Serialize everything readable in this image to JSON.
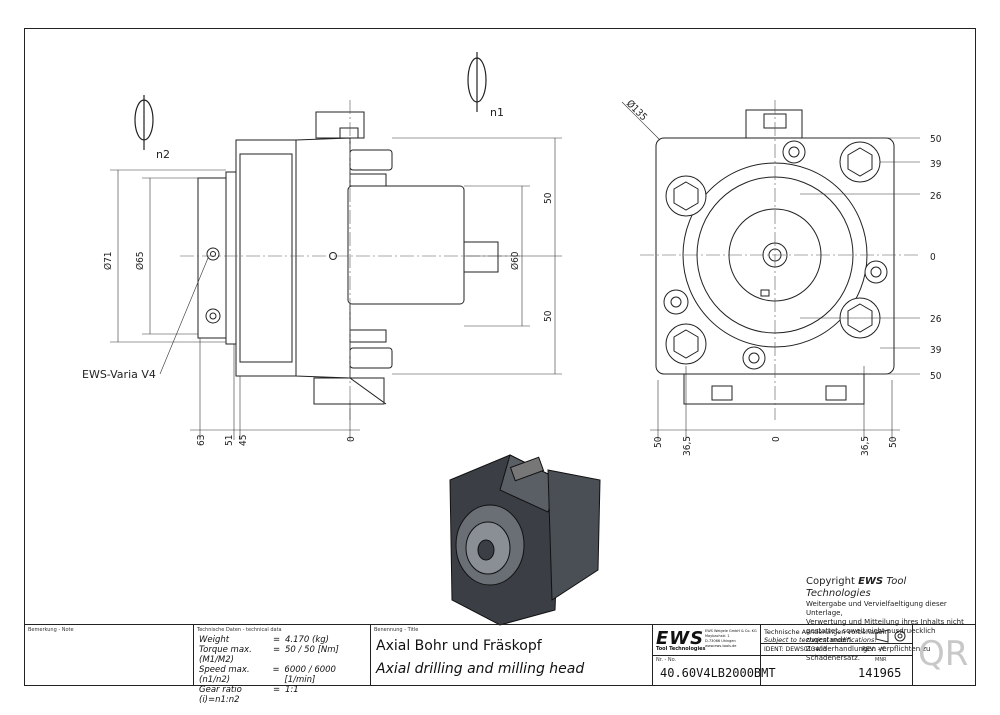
{
  "views": {
    "rotation_n1": "n1",
    "rotation_n2": "n2",
    "front_diameters": [
      "Ø71",
      "Ø65"
    ],
    "front_label": "EWS-Varia V4",
    "front_dims_vertical": [
      "50",
      "50"
    ],
    "front_diameter_shaft": "Ø60",
    "front_dims_bottom": [
      "63",
      "51",
      "45",
      "0"
    ],
    "side_diameter": "Ø135",
    "side_dims_right": [
      "50",
      "39",
      "26",
      "0",
      "26",
      "39",
      "50"
    ],
    "side_dims_bottom": [
      "50",
      "36,5",
      "0",
      "36,5",
      "50"
    ]
  },
  "copyright": {
    "heading_prefix": "Copyright",
    "heading_brand": "EWS",
    "heading_suffix": "Tool Technologies",
    "lines": [
      "Weitergabe und Vervielfaeltigung dieser Unterlage,",
      "Verwertung und Mitteilung ihres Inhalts nicht",
      "gestattet, soweit nicht ausdruecklich zugestanden.",
      "Zuwiderhandlungen verpflichten zu Schadenersatz."
    ]
  },
  "titleblock": {
    "note_label": "Bemerkung - Note",
    "tech_label": "Technische Daten - technical data",
    "tech_rows": [
      {
        "name": "Weight",
        "eq": "=",
        "value": "4.170 (kg)"
      },
      {
        "name": "Torque max.(M1/M2)",
        "eq": "=",
        "value": "50 / 50 [Nm]"
      },
      {
        "name": "Speed max. (n1/n2)",
        "eq": "=",
        "value": "6000 / 6000 [1/min]"
      },
      {
        "name": "Gear ratio  (i)=n1:n2",
        "eq": "=",
        "value": "1:1"
      }
    ],
    "title_label": "Benennung - Title",
    "title_de": "Axial Bohr und Fräskopf",
    "title_en": "Axial drilling and milling head",
    "logo": "EWS",
    "logo_sub": "Tool Technologies",
    "company_lines": [
      "EWS Weigele GmbH & Co. KG",
      "Maybachstr. 1",
      "D-73066 Uhingen",
      "www.ews-tools.de"
    ],
    "changes_de": "Technische Aenderungen vorbehalten!",
    "changes_en": "Subject to technical modifications!",
    "ident": "IDENT: DEWS013403",
    "rev": "REV: -/C",
    "nr_label": "Nr. - No.",
    "part_no": "40.60V4LB2000BMT",
    "mnr_label": "MNR",
    "mnr": "141965",
    "qr": "QR"
  }
}
